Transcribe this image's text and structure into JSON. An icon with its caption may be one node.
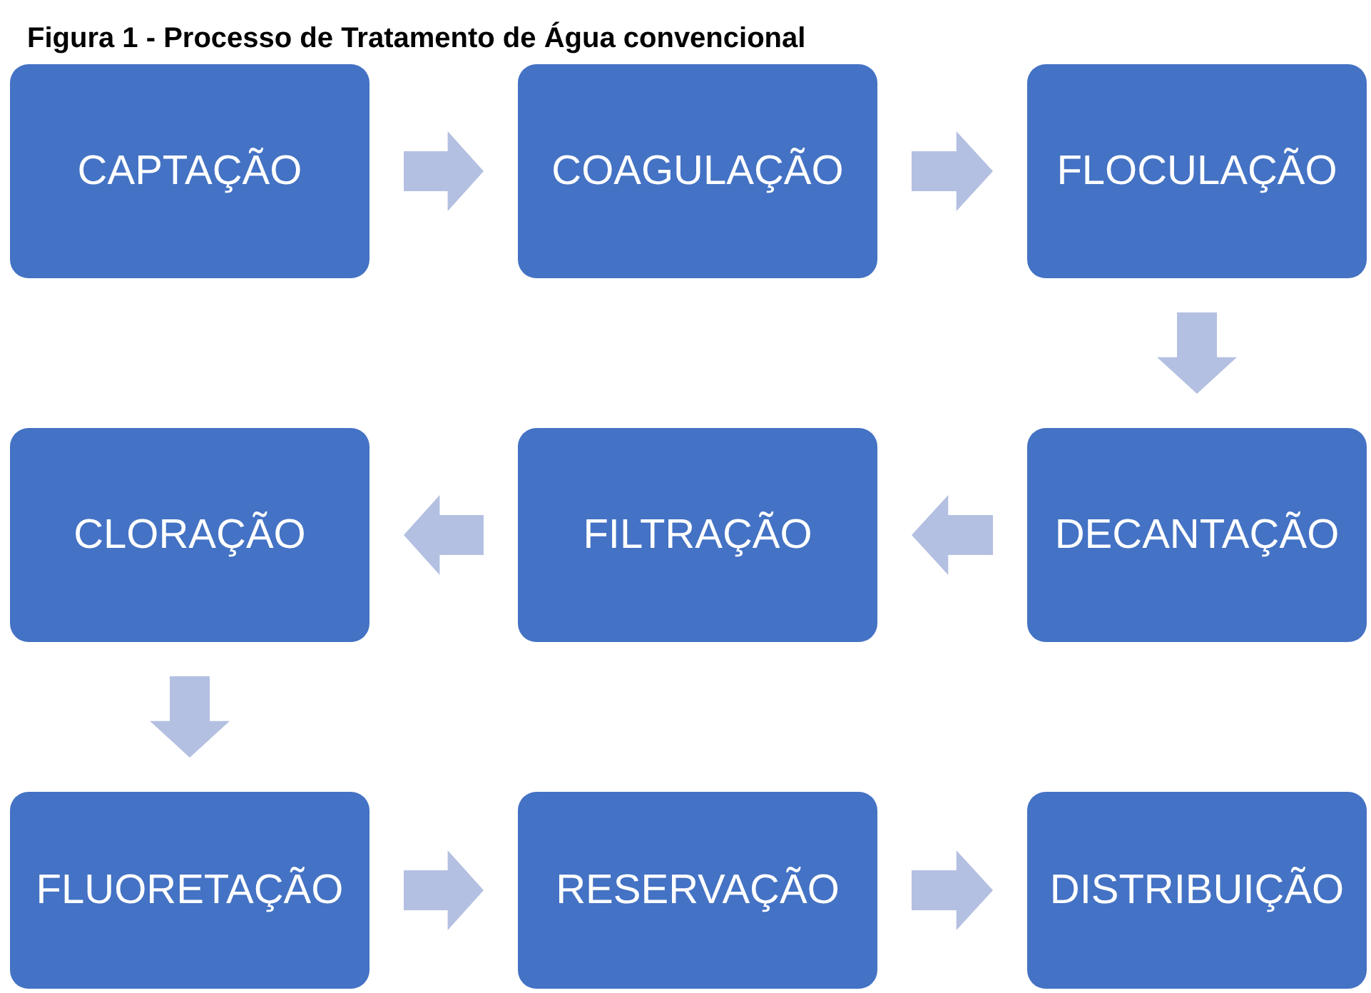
{
  "diagram": {
    "title": "Figura 1 - Processo de Tratamento de Água convencional",
    "nodes": [
      {
        "text": [
          "CAPTAÇÃO"
        ]
      },
      {
        "text": [
          "COAGULAÇÃO"
        ]
      },
      {
        "text": [
          "FLOCULAÇÃO"
        ]
      },
      {
        "text": [
          "CLORAÇÃO"
        ]
      },
      {
        "text": [
          "FILTRAÇÃO"
        ]
      },
      {
        "text": [
          "DECANTAÇÃO"
        ]
      },
      {
        "text": [
          "FLUORETAÇÃO"
        ]
      },
      {
        "text": [
          "RESERVAÇÃO"
        ]
      },
      {
        "text": [
          "DISTRIBUIÇÃO"
        ]
      }
    ],
    "edges": [
      {
        "from": 0,
        "to": 1,
        "arrow": "to"
      },
      {
        "from": 1,
        "to": 2,
        "arrow": "to"
      },
      {
        "from": 2,
        "to": 5,
        "arrow": "to"
      },
      {
        "from": 5,
        "to": 4,
        "arrow": "to"
      },
      {
        "from": 4,
        "to": 3,
        "arrow": "to"
      },
      {
        "from": 3,
        "to": 6,
        "arrow": "to"
      },
      {
        "from": 6,
        "to": 7,
        "arrow": "to"
      },
      {
        "from": 7,
        "to": 8,
        "arrow": "to"
      }
    ]
  }
}
